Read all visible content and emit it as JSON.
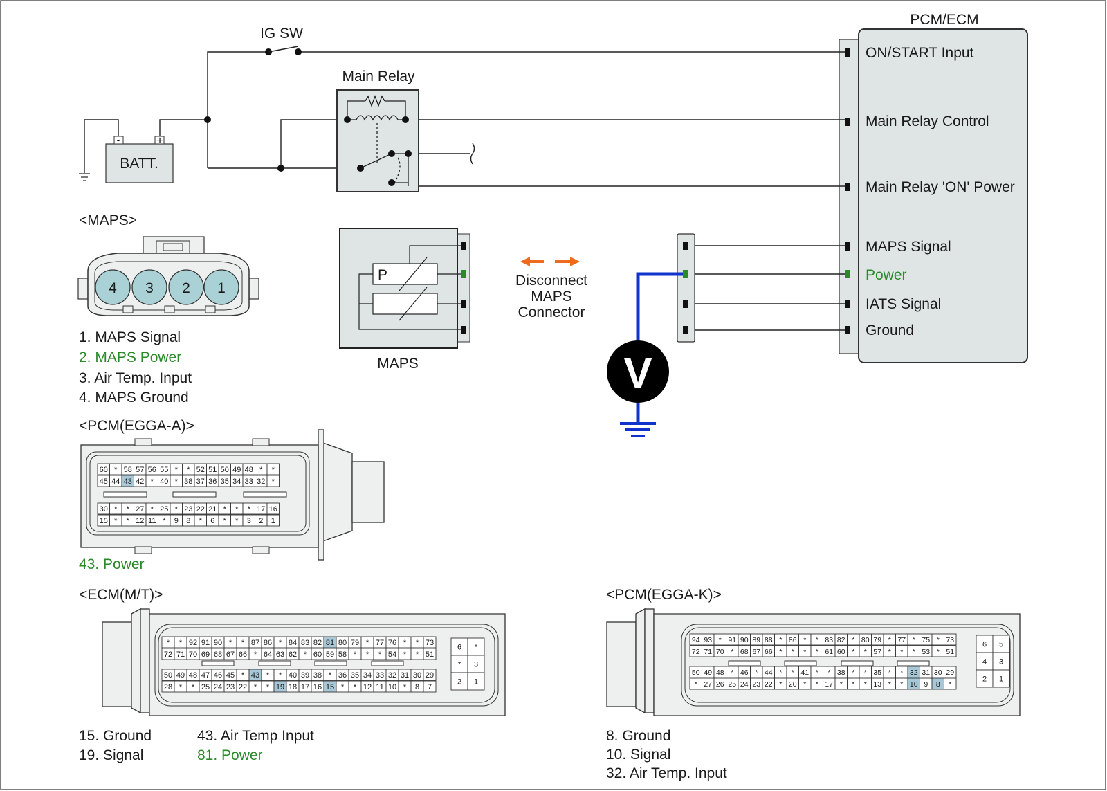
{
  "colors": {
    "green": "#2a8a2a",
    "blue_wire": "#1033cc",
    "orange_arrow": "#ee6a1c",
    "highlight": "#a8c8d8",
    "pcm_fill": "#dfe5e5",
    "connector_fill": "#eef0f0",
    "maps_pin_fill": "#a9d1d6"
  },
  "icons": [
    "switch-icon",
    "relay-coil-icon",
    "ground-icon",
    "voltmeter-icon",
    "double-arrow-icon",
    "battery-icon"
  ],
  "top": {
    "pcm_title": "PCM/ECM",
    "ig_sw": "IG SW",
    "main_relay": "Main Relay",
    "batt": "BATT.",
    "batt_minus": "-",
    "batt_plus": "+",
    "pcm_pins": [
      "ON/START Input",
      "Main Relay Control",
      "Main Relay 'ON' Power",
      "MAPS Signal",
      "Power",
      "IATS Signal",
      "Ground"
    ],
    "maps_sensor_label": "MAPS",
    "maps_p": "P",
    "disconnect": [
      "Disconnect",
      "MAPS",
      "Connector"
    ],
    "voltmeter": "V"
  },
  "maps_connector": {
    "title": "<MAPS>",
    "pins": [
      "4",
      "3",
      "2",
      "1"
    ],
    "legend": [
      "1. MAPS Signal",
      "2. MAPS Power",
      "3. Air Temp. Input",
      "4. MAPS Ground"
    ]
  },
  "pcm_a": {
    "title": "<PCM(EGGA-A)>",
    "rows": [
      [
        "60",
        "*",
        "58",
        "57",
        "56",
        "55",
        "*",
        "*",
        "52",
        "51",
        "50",
        "49",
        "48",
        "*",
        "*"
      ],
      [
        "45",
        "44",
        "43",
        "42",
        "*",
        "40",
        "*",
        "38",
        "37",
        "36",
        "35",
        "34",
        "33",
        "32",
        "*"
      ],
      [
        "30",
        "*",
        "*",
        "27",
        "*",
        "25",
        "*",
        "23",
        "22",
        "21",
        "*",
        "*",
        "*",
        "17",
        "16"
      ],
      [
        "15",
        "*",
        "*",
        "12",
        "11",
        "*",
        "9",
        "8",
        "*",
        "6",
        "*",
        "*",
        "3",
        "2",
        "1"
      ]
    ],
    "legend": "43. Power"
  },
  "ecm_mt": {
    "title": "<ECM(M/T)>",
    "rows": [
      [
        "*",
        "*",
        "92",
        "91",
        "90",
        "*",
        "*",
        "87",
        "86",
        "*",
        "84",
        "83",
        "82",
        "81",
        "80",
        "79",
        "*",
        "77",
        "76",
        "*",
        "*",
        "73"
      ],
      [
        "72",
        "71",
        "70",
        "69",
        "68",
        "67",
        "66",
        "*",
        "64",
        "63",
        "62",
        "*",
        "60",
        "59",
        "58",
        "*",
        "*",
        "*",
        "54",
        "*",
        "*",
        "51"
      ],
      [
        "50",
        "49",
        "48",
        "47",
        "46",
        "45",
        "*",
        "43",
        "*",
        "*",
        "40",
        "39",
        "38",
        "*",
        "36",
        "35",
        "34",
        "33",
        "32",
        "31",
        "30",
        "29"
      ],
      [
        "28",
        "*",
        "*",
        "25",
        "24",
        "23",
        "22",
        "*",
        "*",
        "19",
        "18",
        "17",
        "16",
        "15",
        "*",
        "*",
        "12",
        "11",
        "10",
        "*",
        "8",
        "7"
      ]
    ],
    "side": [
      "6",
      "*",
      "*",
      "3",
      "2",
      "1"
    ],
    "legend_left": [
      "15. Ground",
      "19. Signal"
    ],
    "legend_right": [
      "43. Air Temp Input",
      "81. Power"
    ]
  },
  "pcm_k": {
    "title": "<PCM(EGGA-K)>",
    "rows": [
      [
        "94",
        "93",
        "*",
        "91",
        "90",
        "89",
        "88",
        "*",
        "86",
        "*",
        "*",
        "83",
        "82",
        "*",
        "80",
        "79",
        "*",
        "77",
        "*",
        "75",
        "*",
        "73"
      ],
      [
        "72",
        "71",
        "70",
        "*",
        "68",
        "67",
        "66",
        "*",
        "*",
        "*",
        "*",
        "61",
        "60",
        "*",
        "*",
        "57",
        "*",
        "*",
        "*",
        "53",
        "*",
        "51"
      ],
      [
        "50",
        "49",
        "48",
        "*",
        "46",
        "*",
        "44",
        "*",
        "*",
        "41",
        "*",
        "*",
        "38",
        "*",
        "*",
        "35",
        "*",
        "*",
        "32",
        "31",
        "30",
        "29"
      ],
      [
        "*",
        "27",
        "26",
        "25",
        "24",
        "23",
        "22",
        "*",
        "20",
        "*",
        "*",
        "17",
        "*",
        "*",
        "*",
        "13",
        "*",
        "*",
        "10",
        "9",
        "8",
        "*"
      ]
    ],
    "side": [
      "6",
      "5",
      "4",
      "3",
      "2",
      "1"
    ],
    "legend": [
      "8. Ground",
      "10. Signal",
      "32. Air Temp. Input"
    ]
  }
}
